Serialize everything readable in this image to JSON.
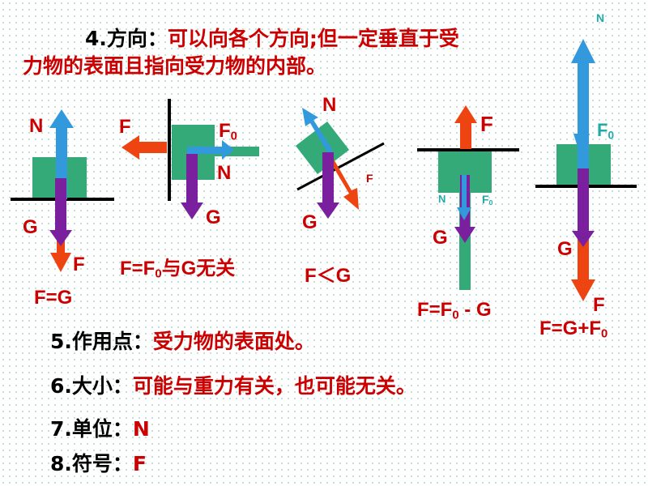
{
  "heading": {
    "number": "4.",
    "term": "方向：",
    "desc_line1": "可以向各个方向;但一定垂直于受",
    "desc_line2": "力物的表面且指向受力物的内部。"
  },
  "diagrams": {
    "d1": {
      "n": "N",
      "g": "G",
      "f": "F",
      "eq": "F=G"
    },
    "d2": {
      "f": "F",
      "f0_base": "F",
      "f0_sub": "0",
      "n": "N",
      "g": "G",
      "eq_pre": "F=F",
      "eq_sub": "0",
      "eq_post": "与G无关"
    },
    "d3": {
      "n": "N",
      "f": "F",
      "g": "G",
      "eq": "F＜G"
    },
    "d4": {
      "f": "F",
      "n": "N",
      "f0_base": "F",
      "f0_sub": "0",
      "g": "G",
      "eq_pre": "F=F",
      "eq_sub": "0",
      "eq_post": " - G"
    },
    "d5": {
      "n": "N",
      "f0_base": "F",
      "f0_sub": "0",
      "g": "G",
      "f": "F",
      "eq_pre": "F=G+F",
      "eq_sub": "0"
    }
  },
  "list": [
    {
      "num": "5.",
      "term": "作用点：",
      "desc": "受力物的表面处。"
    },
    {
      "num": "6.",
      "term": "大小：",
      "desc": "可能与重力有关，也可能无关。"
    },
    {
      "num": "7.",
      "term": "单位：",
      "desc": "N"
    },
    {
      "num": "8.",
      "term": "符号：",
      "desc": "F"
    }
  ],
  "colors": {
    "block": "#33aa77",
    "arrow_blue": "#3399dd",
    "arrow_purple": "#7a1f9e",
    "arrow_red": "#ee4411",
    "text_red": "#cc0000"
  }
}
